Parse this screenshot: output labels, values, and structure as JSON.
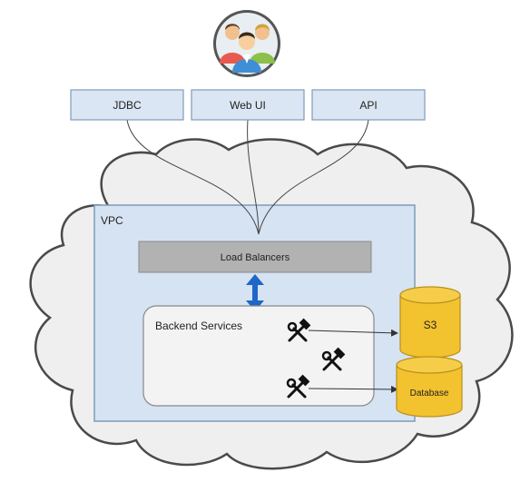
{
  "clients": {
    "jdbc_label": "JDBC",
    "webui_label": "Web UI",
    "api_label": "API"
  },
  "vpc": {
    "label": "VPC",
    "load_balancers_label": "Load Balancers",
    "backend_services_label": "Backend Services"
  },
  "storage": {
    "s3_label": "S3",
    "database_label": "Database"
  },
  "colors": {
    "cloud_fill": "#efefef",
    "cloud_stroke": "#4a4a4a",
    "client_box_fill": "#dae6f3",
    "client_box_stroke": "#7f9bb8",
    "vpc_fill": "#d6e3f3",
    "vpc_stroke": "#7f9bb8",
    "load_balancer_fill": "#b2b2b2",
    "backend_fill": "#f3f3f3",
    "cylinder_fill": "#f3c22f",
    "cylinder_stroke": "#b8901c",
    "arrow_blue": "#1f67c6"
  },
  "icons": {
    "users": "users-group-icon",
    "service": "tools-icon"
  }
}
